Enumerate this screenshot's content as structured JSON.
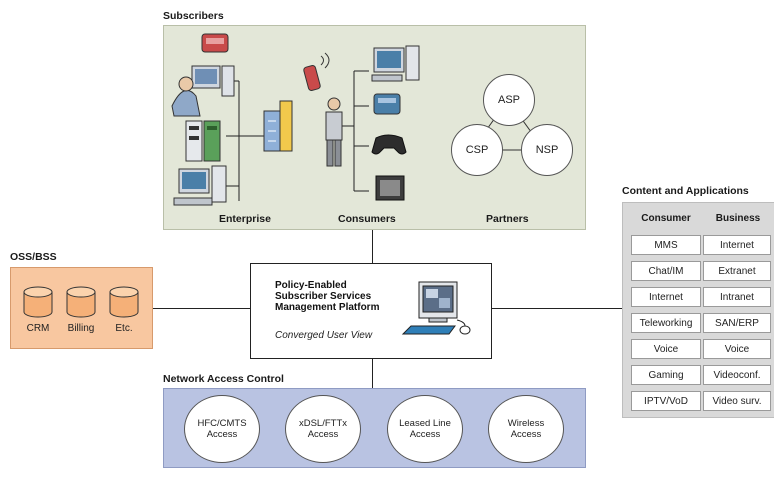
{
  "subscribers": {
    "heading": "Subscribers",
    "groups": [
      "Enterprise",
      "Consumers",
      "Partners"
    ],
    "partners": [
      "ASP",
      "CSP",
      "NSP"
    ]
  },
  "platform": {
    "title": "Policy-Enabled Subscriber Services Management Platform",
    "subtitle": "Converged User View"
  },
  "oss_bss": {
    "heading": "OSS/BSS",
    "items": [
      "CRM",
      "Billing",
      "Etc."
    ]
  },
  "network_access": {
    "heading": "Network Access Control",
    "items": [
      {
        "line1": "HFC/CMTS",
        "line2": "Access"
      },
      {
        "line1": "xDSL/FTTx",
        "line2": "Access"
      },
      {
        "line1": "Leased Line",
        "line2": "Access"
      },
      {
        "line1": "Wireless",
        "line2": "Access"
      }
    ]
  },
  "content_apps": {
    "heading": "Content and Applications",
    "columns": [
      "Consumer",
      "Business"
    ],
    "rows": [
      [
        "MMS",
        "Internet"
      ],
      [
        "Chat/IM",
        "Extranet"
      ],
      [
        "Internet",
        "Intranet"
      ],
      [
        "Teleworking",
        "SAN/ERP"
      ],
      [
        "Voice",
        "Voice"
      ],
      [
        "Gaming",
        "Videoconf."
      ],
      [
        "IPTV/VoD",
        "Video surv."
      ]
    ]
  },
  "colors": {
    "subscribers_bg": "#e3e7d8",
    "oss_bg": "#f8c7a0",
    "network_bg": "#b9c3e2",
    "content_bg": "#d9d9d9"
  }
}
